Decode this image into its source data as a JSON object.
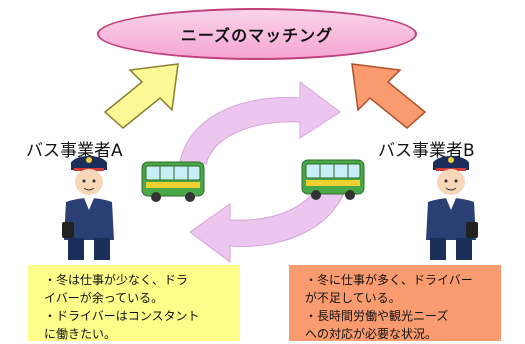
{
  "header": {
    "title": "ニーズのマッチング"
  },
  "operators": {
    "a": {
      "name": "バス事業者A"
    },
    "b": {
      "name": "バス事業者B"
    }
  },
  "notes": {
    "a": [
      "・冬は仕事が少なく、ドラ\nイバーが余っている。",
      "・ドライバーはコンスタント\nに働きたい。"
    ],
    "b": [
      "・冬に仕事が多く、ドライバー\nが不足している。",
      "・長時間労働や観光ニーズ\nへの対応が必要な状況。"
    ]
  },
  "colors": {
    "ellipse_fill": "#f6b6dc",
    "ellipse_border": "#c0407a",
    "arrow_left_fill": "#fcf896",
    "arrow_right_fill": "#f99b6f",
    "cycle_arrow": "#edc6ef",
    "note_a_bg": "#fdfd8a",
    "note_b_bg": "#f99b6f"
  },
  "icons": [
    "up-right-arrow-icon",
    "up-left-arrow-icon",
    "cycle-arrow-icon",
    "bus-icon",
    "bus-driver-icon"
  ]
}
